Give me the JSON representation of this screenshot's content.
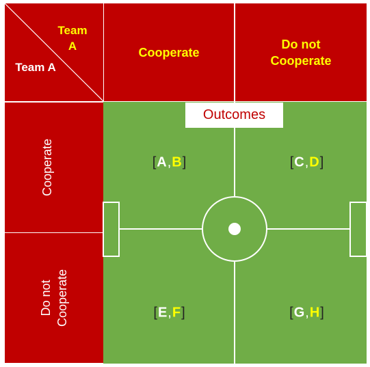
{
  "corner": {
    "team_top": "Team A",
    "team_bottom": "Team A"
  },
  "columns": [
    {
      "label": "Cooperate"
    },
    {
      "label": "Do not Cooperate"
    }
  ],
  "rows": [
    {
      "label": "Cooperate"
    },
    {
      "label": "Do not Cooperate"
    }
  ],
  "outcomes_label": "Outcomes",
  "outcomes": [
    {
      "first": "A",
      "second": "B"
    },
    {
      "first": "C",
      "second": "D"
    },
    {
      "first": "E",
      "second": "F"
    },
    {
      "first": "G",
      "second": "H"
    }
  ],
  "colors": {
    "header_red": "#c00000",
    "field_green": "#70ad47",
    "header_text": "#ffff00",
    "line_white": "#ffffff"
  }
}
